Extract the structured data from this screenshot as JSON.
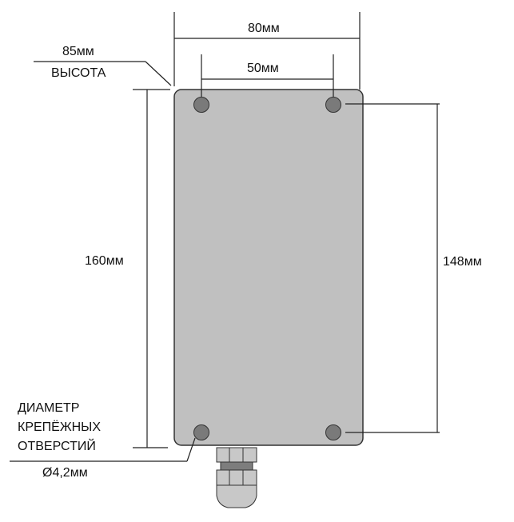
{
  "diagram": {
    "type": "dimension-drawing",
    "subject": "enclosure housing with cable gland",
    "colors": {
      "body": "#c0c0c0",
      "hole": "#7a7a7a",
      "line": "#222222",
      "gland_light": "#c8c8c8",
      "gland_dark": "#7d7d7d"
    },
    "dimensions": {
      "width": "80мм",
      "hole_spacing_horizontal": "50мм",
      "height_label_value": "85мм",
      "height_label_caption": "ВЫСОТА",
      "length": "160мм",
      "hole_spacing_vertical": "148мм"
    },
    "hole_note": {
      "line1": "ДИАМЕТР",
      "line2": "КРЕПЁЖНЫХ",
      "line3": "ОТВЕРСТИЙ",
      "value": "Ø4,2мм"
    }
  }
}
